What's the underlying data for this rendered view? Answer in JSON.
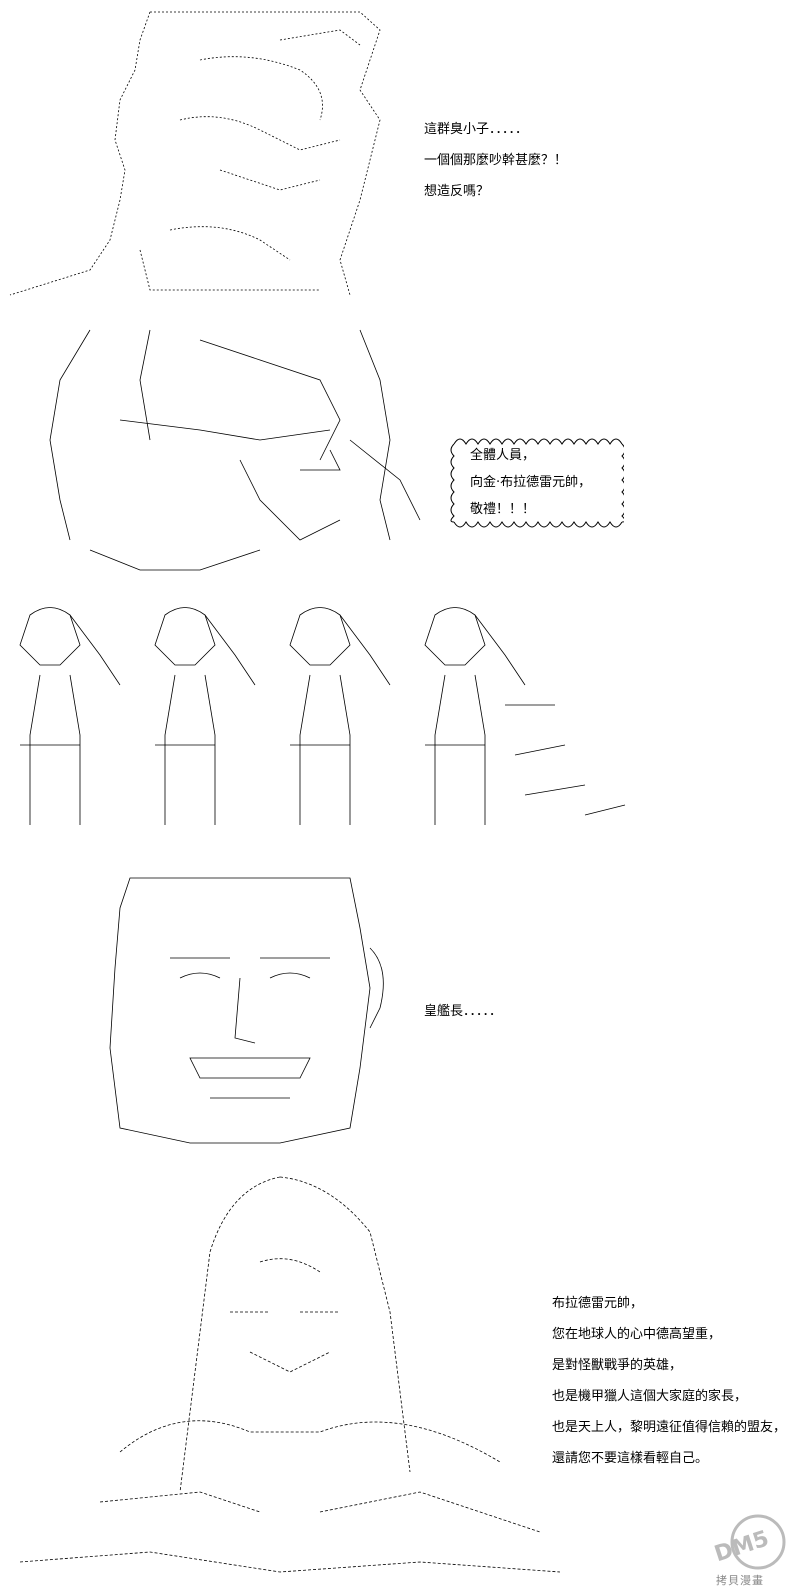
{
  "panels": [
    {
      "id": "panel-1",
      "dialog": [
        "這群臭小子．．．．．",
        "一個個那麼吵幹甚麼？！",
        "想造反嗎？"
      ]
    },
    {
      "id": "panel-2",
      "bubble": [
        "全體人員，",
        "向金·布拉德雷元帥，",
        "敬禮！！！"
      ]
    },
    {
      "id": "panel-3",
      "dialog": []
    },
    {
      "id": "panel-4",
      "dialog": [
        "皇艦長．．．．．"
      ]
    },
    {
      "id": "panel-5",
      "dialog": [
        "布拉德雷元帥，",
        "您在地球人的心中德高望重，",
        "是對怪獸戰爭的英雄，",
        "也是機甲獵人這個大家庭的家長，",
        "也是天上人，黎明遠征值得信賴的盟友，",
        "還請您不要這樣看輕自己。"
      ]
    }
  ],
  "watermark": {
    "logo_text": "DM5",
    "caption": "拷貝漫畫"
  }
}
